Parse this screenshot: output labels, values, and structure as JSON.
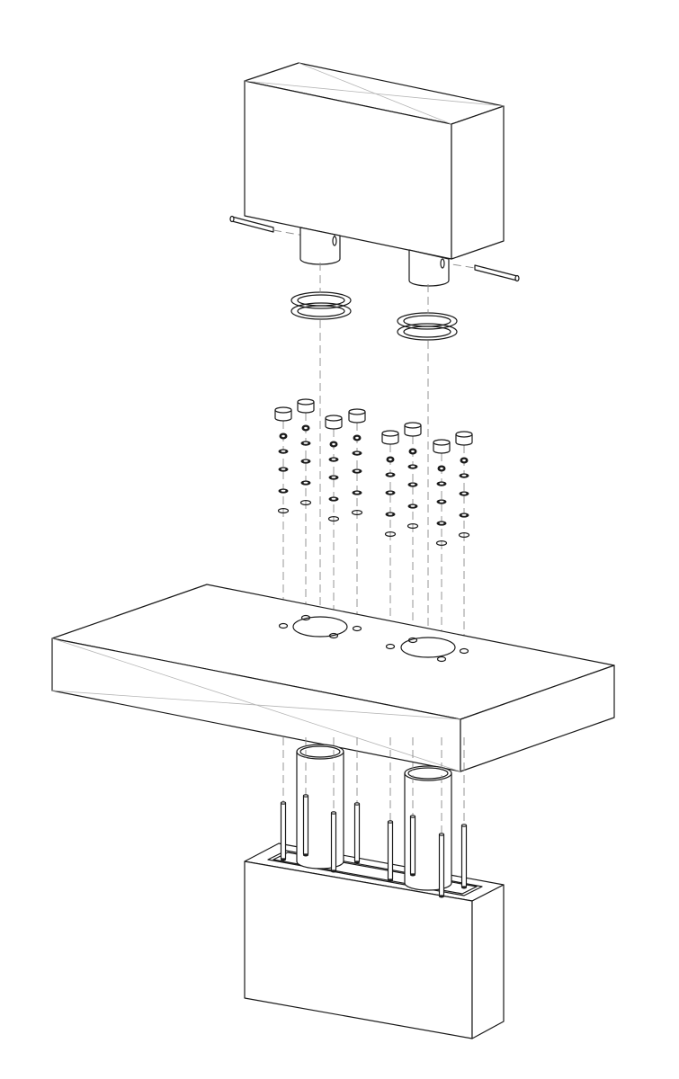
{
  "diagram": {
    "kind": "exploded-axonometric-assembly",
    "colors": {
      "line": "#1a1a1a",
      "hidden_line": "#8a8a8a",
      "construction_line": "#b5b5b5",
      "background": "#ffffff"
    },
    "parts": [
      {
        "id": "top-block",
        "count": 1
      },
      {
        "id": "spigot",
        "count": 2
      },
      {
        "id": "locking-pin",
        "count": 2
      },
      {
        "id": "gasket-ring-pair",
        "count": 2
      },
      {
        "id": "fastener-cap",
        "count": 8
      },
      {
        "id": "washer",
        "count": 32
      },
      {
        "id": "slab",
        "count": 1
      },
      {
        "id": "bolt-hole",
        "count": 8
      },
      {
        "id": "pipe-opening",
        "count": 2
      },
      {
        "id": "pipe-sleeve",
        "count": 2
      },
      {
        "id": "threaded-rod",
        "count": 8
      },
      {
        "id": "base-block",
        "count": 1
      }
    ]
  }
}
